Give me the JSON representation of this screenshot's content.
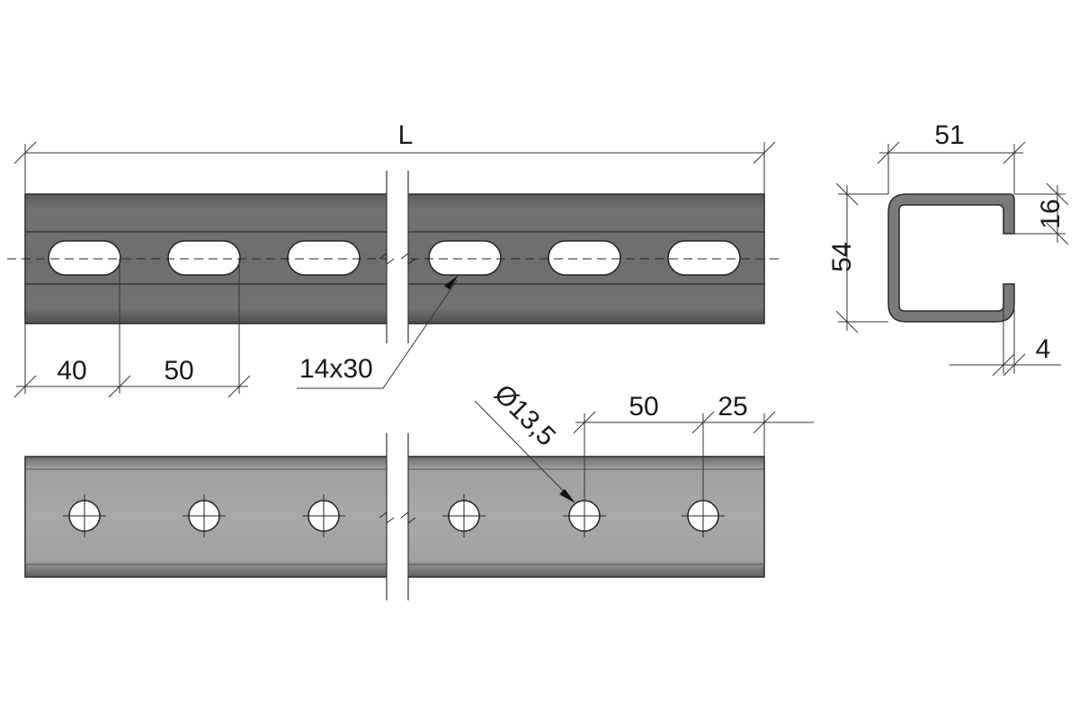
{
  "dimensions": {
    "length": "L",
    "first_slot_offset": "40",
    "slot_pitch": "50",
    "slot_size": "14x30",
    "hole_diameter": "Ø13,5",
    "hole_pitch": "50",
    "hole_end_offset": "25",
    "profile_width": "51",
    "profile_height": "54",
    "lip_height": "16",
    "wall_thickness": "4"
  },
  "colors": {
    "top_view_fill": "#6e6e6e",
    "side_view_fill": "#a6a6a6",
    "outline": "#2a2a2a",
    "profile_fill": "#7a7a7a"
  }
}
